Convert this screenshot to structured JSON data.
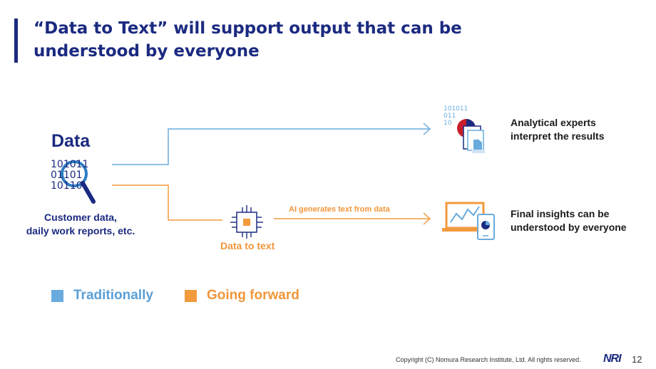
{
  "title": {
    "line1": "“Data to Text” will support output that can be",
    "line2": "understood by everyone"
  },
  "data_block": {
    "heading": "Data",
    "binary": [
      "101011",
      "01101",
      "10110"
    ],
    "caption_line1": "Customer data,",
    "caption_line2": "daily work reports, etc."
  },
  "data_to_text": {
    "label": "Data to text",
    "arrow_label": "AI generates text from data"
  },
  "experts": {
    "binary": [
      "101011",
      "011",
      "10"
    ],
    "line1": "Analytical experts",
    "line2": "interpret the results"
  },
  "insights": {
    "line1": "Final insights can be",
    "line2": "understood by everyone"
  },
  "legend": {
    "traditionally": "Traditionally",
    "going_forward": "Going forward"
  },
  "colors": {
    "navy": "#1b2a80",
    "blue": "#69abdd",
    "orange": "#f39a3d"
  },
  "icons": {
    "data": "magnifier-icon",
    "ai": "ai-chip-icon",
    "experts": "analyst-report-icon",
    "insights": "laptop-tablet-chart-icon"
  },
  "footer": {
    "copyright": "Copyright (C)   Nomura Research Institute, Ltd. All rights reserved.",
    "logo": "NRI",
    "page": "12"
  }
}
